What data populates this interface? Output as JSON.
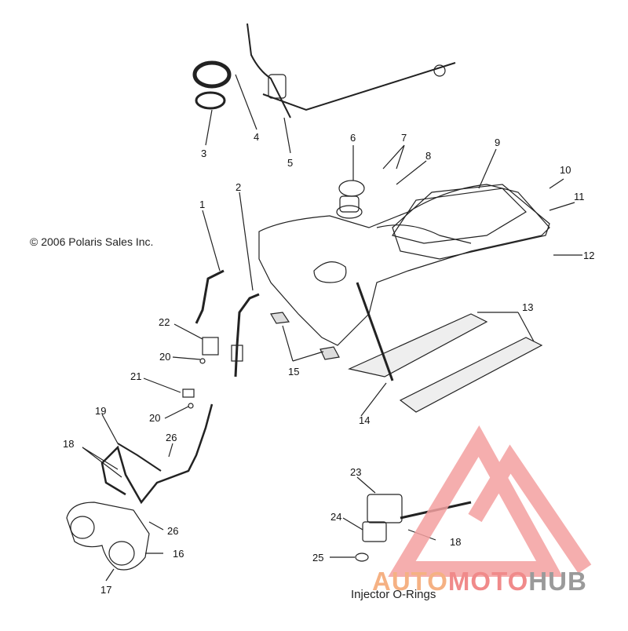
{
  "copyright": "© 2006 Polaris Sales Inc.",
  "subcaption": "Injector O-Rings",
  "watermark": {
    "part1": "AUTO",
    "part2": "MOTO",
    "part3": "HUB",
    "colors": {
      "auto": "#f5b183",
      "moto": "#f08a8a",
      "hub": "#9a9a9a",
      "triangle": "#f4a0a0"
    }
  },
  "callouts": [
    "1",
    "2",
    "3",
    "4",
    "5",
    "6",
    "7",
    "8",
    "9",
    "10",
    "11",
    "12",
    "13",
    "14",
    "15",
    "16",
    "17",
    "18",
    "18",
    "19",
    "20",
    "20",
    "21",
    "22",
    "23",
    "24",
    "25",
    "26",
    "26"
  ]
}
